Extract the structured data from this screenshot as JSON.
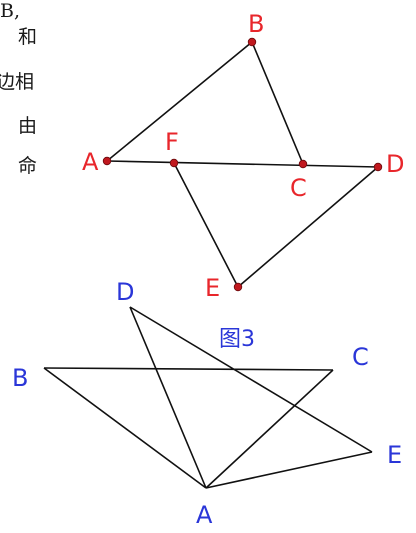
{
  "side_text": {
    "line1": "B,",
    "line2": "和",
    "line3": "边相",
    "line4": "由",
    "line5": "命"
  },
  "figure_top": {
    "labels": {
      "A": "A",
      "B": "B",
      "C": "C",
      "D": "D",
      "E": "E",
      "F": "F"
    },
    "label_color": "#e8262b",
    "point_color": "#c0181e"
  },
  "figure_bottom": {
    "caption": "图3",
    "labels": {
      "A": "A",
      "B": "B",
      "C": "C",
      "D": "D",
      "E": "E"
    },
    "label_color": "#2a36d8"
  }
}
